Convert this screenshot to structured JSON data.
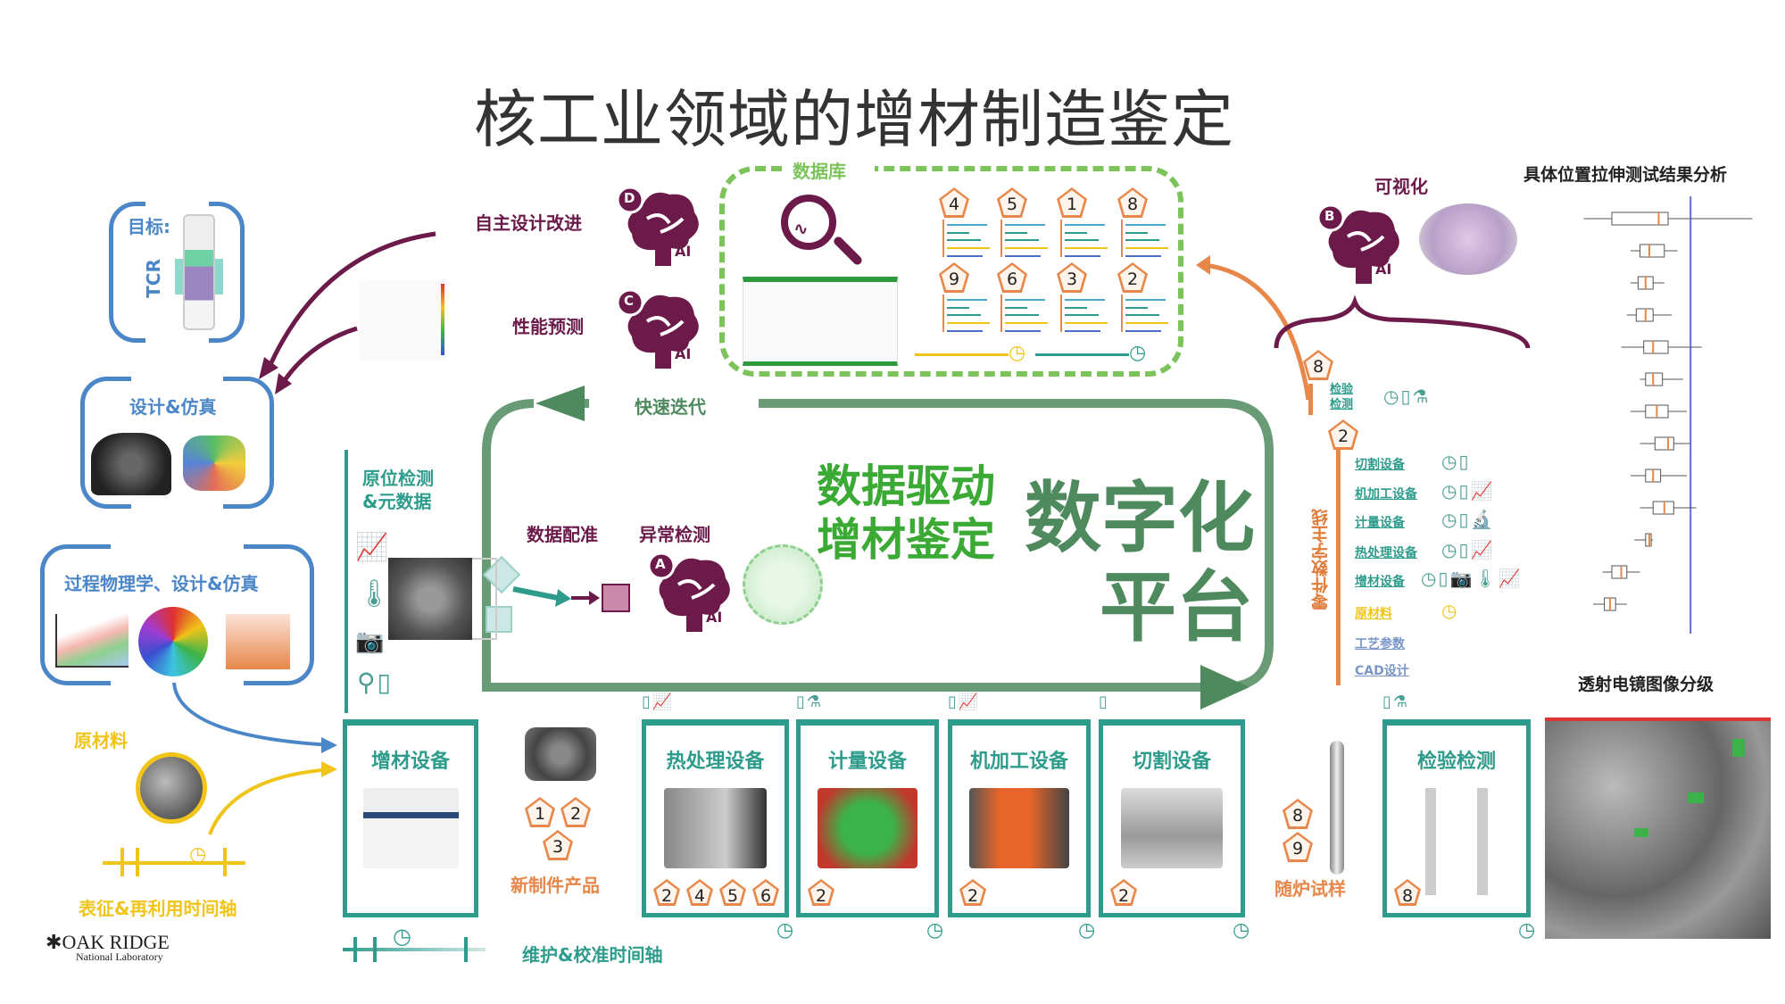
{
  "title": "核工业领域的增材制造鉴定",
  "left": {
    "goal_label": "目标:",
    "goal_item": "TCR",
    "design_sim": "设计&仿真",
    "process_physics": "过程物理学、设计&仿真",
    "raw_material": "原材料",
    "characterization_timeline": "表征&再利用时间轴",
    "logo_line1": "OAK RIDGE",
    "logo_line2": "National Laboratory"
  },
  "ai": {
    "design_improve": "自主设计改进",
    "perf_predict": "性能预测",
    "badges": [
      "D",
      "C",
      "A",
      "B"
    ],
    "ai_text": "AI",
    "data_registration": "数据配准",
    "anomaly_detection": "异常检测",
    "visualization": "可视化"
  },
  "database": {
    "label": "数据库",
    "record_ids": [
      "4",
      "5",
      "1",
      "8",
      "9",
      "6",
      "3",
      "2"
    ]
  },
  "center": {
    "fast_iteration": "快速迭代",
    "data_driven_1": "数据驱动",
    "data_driven_2": "增材鉴定",
    "platform_1": "数字化",
    "platform_2": "平台",
    "insitu_1": "原位检测",
    "insitu_2": "&元数据"
  },
  "thread": {
    "title": "零件数字主线",
    "top_id": "8",
    "top_item": [
      "检验",
      "检测"
    ],
    "sub_id": "2",
    "items": [
      {
        "label": "切割设备",
        "icons": "◷▯",
        "color": "#2e9c8c"
      },
      {
        "label": "机加工设备",
        "icons": "◷▯📈",
        "color": "#2e9c8c"
      },
      {
        "label": "计量设备",
        "icons": "◷▯🔬",
        "color": "#2e9c8c"
      },
      {
        "label": "热处理设备",
        "icons": "◷▯📈",
        "color": "#2e9c8c"
      },
      {
        "label": "增材设备",
        "icons": "◷▯📷🌡📈",
        "color": "#2e9c8c"
      },
      {
        "label": "原材料",
        "icons": "◷",
        "color": "#f0c419"
      },
      {
        "label": "工艺参数",
        "icons": "",
        "color": "#7a96c8"
      },
      {
        "label": "CAD设计",
        "icons": "",
        "color": "#7a96c8"
      }
    ]
  },
  "equipment": [
    {
      "label": "增材设备",
      "ids": []
    },
    {
      "label": "热处理设备",
      "ids": [
        "2",
        "4",
        "5",
        "6"
      ]
    },
    {
      "label": "计量设备",
      "ids": [
        "2"
      ]
    },
    {
      "label": "机加工设备",
      "ids": [
        "2"
      ]
    },
    {
      "label": "切割设备",
      "ids": [
        "2"
      ]
    },
    {
      "label": "检验检测",
      "ids": [
        "8"
      ]
    }
  ],
  "new_part": {
    "label": "新制件产品",
    "ids": [
      "1",
      "2",
      "3"
    ]
  },
  "witness": {
    "label": "随炉试样",
    "ids": [
      "8",
      "9"
    ]
  },
  "maintenance_timeline": "维护&校准时间轴",
  "right": {
    "tensile_title": "具体位置拉伸测试结果分析",
    "tem_title": "透射电镜图像分级"
  },
  "colors": {
    "teal": "#2e9c8c",
    "purple": "#6b1a4a",
    "blue": "#4a86c8",
    "orange": "#e8874a",
    "green": "#3aaa35",
    "yellow": "#f0c419"
  },
  "chart_data": {
    "type": "box",
    "title": "具体位置拉伸测试结果分析",
    "reference_line": 62,
    "series": [
      {
        "min": 5,
        "q1": 20,
        "median": 45,
        "q3": 50,
        "max": 95
      },
      {
        "min": 30,
        "q1": 35,
        "median": 40,
        "q3": 48,
        "max": 55
      },
      {
        "min": 30,
        "q1": 34,
        "median": 38,
        "q3": 42,
        "max": 48
      },
      {
        "min": 28,
        "q1": 33,
        "median": 38,
        "q3": 42,
        "max": 52
      },
      {
        "min": 25,
        "q1": 37,
        "median": 42,
        "q3": 50,
        "max": 68
      },
      {
        "min": 35,
        "q1": 38,
        "median": 42,
        "q3": 47,
        "max": 58
      },
      {
        "min": 30,
        "q1": 38,
        "median": 44,
        "q3": 50,
        "max": 60
      },
      {
        "min": 35,
        "q1": 43,
        "median": 50,
        "q3": 53,
        "max": 62
      },
      {
        "min": 30,
        "q1": 38,
        "median": 42,
        "q3": 46,
        "max": 60
      },
      {
        "min": 35,
        "q1": 42,
        "median": 48,
        "q3": 53,
        "max": 65
      },
      {
        "min": 32,
        "q1": 38,
        "median": 40,
        "q3": 41,
        "max": 42
      },
      {
        "min": 15,
        "q1": 20,
        "median": 25,
        "q3": 28,
        "max": 35
      },
      {
        "min": 10,
        "q1": 16,
        "median": 19,
        "q3": 22,
        "max": 28
      }
    ]
  }
}
